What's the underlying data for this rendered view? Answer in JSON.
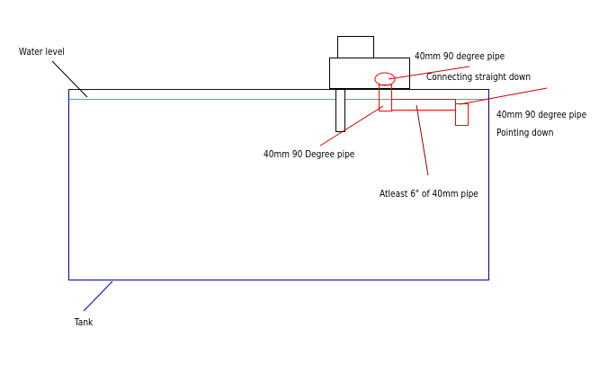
{
  "labels": {
    "water_level": "Water level",
    "tank": "Tank",
    "top_pipe_line1": "40mm 90 degree pipe",
    "top_pipe_line2": "Connecting straight down",
    "right_pipe_line1": "40mm 90 degree pipe",
    "right_pipe_line2": "Pointing down",
    "middle_pipe": "40mm 90 Degree pipe",
    "horizontal_pipe": "Atleast 6\" of 40mm pipe"
  },
  "colors": {
    "tank_outline": "#000099",
    "water_line": "#00cccc",
    "pipe_red": "#ff0000",
    "callout_red": "#cc0000",
    "callout_dark": "#990000",
    "filter_outline": "#000000",
    "background": "#ffffff"
  }
}
